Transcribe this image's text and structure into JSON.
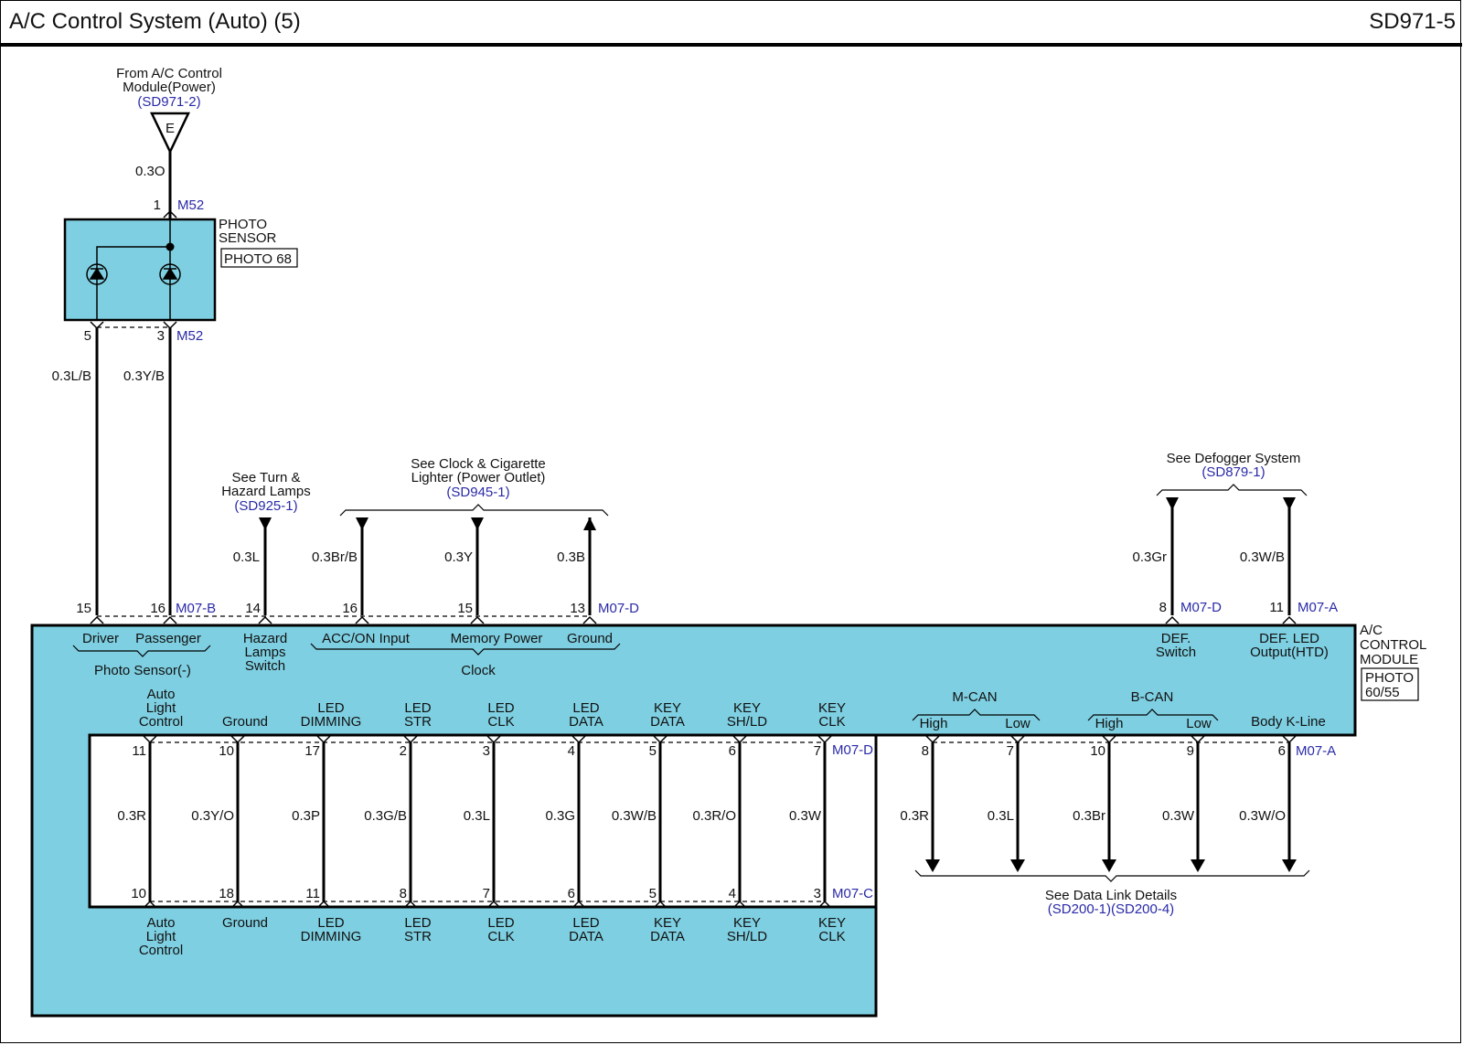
{
  "header": {
    "title": "A/C Control System (Auto) (5)",
    "code": "SD971-5"
  },
  "colors": {
    "module_fill": "#7ecfe1",
    "wire": "#000000",
    "reference": "#2a2aa8"
  },
  "top_source": {
    "lines": [
      "From A/C Control",
      "Module(Power)"
    ],
    "ref": "(SD971-2)",
    "connector_letter": "E",
    "wire": "0.3O"
  },
  "photo_sensor": {
    "name_lines": [
      "PHOTO",
      "SENSOR"
    ],
    "photo_ref": "PHOTO 68",
    "connector": "M52",
    "pin_top": "1",
    "pin_left": "5",
    "pin_right": "3",
    "wire_left": "0.3L/B",
    "wire_right": "0.3Y/B"
  },
  "references": {
    "turn_hazard": {
      "lines": [
        "See Turn &",
        "Hazard Lamps"
      ],
      "ref": "(SD925-1)"
    },
    "clock": {
      "lines": [
        "See Clock & Cigarette",
        "Lighter (Power Outlet)"
      ],
      "ref": "(SD945-1)"
    },
    "defogger": {
      "lines": [
        "See Defogger System"
      ],
      "ref": "(SD879-1)"
    },
    "data_link": {
      "lines": [
        "See Data Link Details"
      ],
      "ref": "(SD200-1)(SD200-4)"
    }
  },
  "top_pins": {
    "m07b": {
      "connector": "M07-B",
      "pins": [
        "15",
        "16"
      ]
    },
    "m07d": {
      "connector": "M07-D",
      "pins": [
        "14",
        "16",
        "15",
        "13"
      ]
    },
    "m07d_def": {
      "connector": "M07-D",
      "pin": "8"
    },
    "m07a_def": {
      "connector": "M07-A",
      "pin": "11"
    },
    "wires": {
      "hazard": "0.3L",
      "acc": "0.3Br/B",
      "memory": "0.3Y",
      "ground": "0.3B",
      "def_switch": "0.3Gr",
      "def_led": "0.3W/B"
    }
  },
  "module": {
    "name_lines": [
      "A/C",
      "CONTROL",
      "MODULE"
    ],
    "photo_lines": [
      "PHOTO",
      "60/55"
    ],
    "labels": {
      "driver": "Driver",
      "passenger": "Passenger",
      "photo_group": "Photo Sensor(-)",
      "hazard": [
        "Hazard",
        "Lamps",
        "Switch"
      ],
      "acc": "ACC/ON Input",
      "memory": "Memory Power",
      "ground": "Ground",
      "clock_group": "Clock",
      "def_switch": [
        "DEF.",
        "Switch"
      ],
      "def_led": [
        "DEF. LED",
        "Output(HTD)"
      ],
      "mcan": "M-CAN",
      "bcan": "B-CAN",
      "high": "High",
      "low": "Low",
      "bodyk": "Body K-Line"
    }
  },
  "middle": {
    "connector_top": "M07-D",
    "connector_bottom": "M07-C",
    "signals": [
      {
        "label": [
          "Auto",
          "Light",
          "Control"
        ],
        "pin_top": "11",
        "wire": "0.3R",
        "pin_bottom": "10"
      },
      {
        "label": [
          "Ground"
        ],
        "pin_top": "10",
        "wire": "0.3Y/O",
        "pin_bottom": "18"
      },
      {
        "label": [
          "LED",
          "DIMMING"
        ],
        "pin_top": "17",
        "wire": "0.3P",
        "pin_bottom": "11"
      },
      {
        "label": [
          "LED",
          "STR"
        ],
        "pin_top": "2",
        "wire": "0.3G/B",
        "pin_bottom": "8"
      },
      {
        "label": [
          "LED",
          "CLK"
        ],
        "pin_top": "3",
        "wire": "0.3L",
        "pin_bottom": "7"
      },
      {
        "label": [
          "LED",
          "DATA"
        ],
        "pin_top": "4",
        "wire": "0.3G",
        "pin_bottom": "6"
      },
      {
        "label": [
          "KEY",
          "DATA"
        ],
        "pin_top": "5",
        "wire": "0.3W/B",
        "pin_bottom": "5"
      },
      {
        "label": [
          "KEY",
          "SH/LD"
        ],
        "pin_top": "6",
        "wire": "0.3R/O",
        "pin_bottom": "4"
      },
      {
        "label": [
          "KEY",
          "CLK"
        ],
        "pin_top": "7",
        "wire": "0.3W",
        "pin_bottom": "3"
      }
    ]
  },
  "can_lines": {
    "connector_d": "M07-D",
    "connector_a": "M07-A",
    "lines": [
      {
        "pin": "8",
        "wire": "0.3R"
      },
      {
        "pin": "7",
        "wire": "0.3L"
      },
      {
        "pin": "10",
        "wire": "0.3Br"
      },
      {
        "pin": "9",
        "wire": "0.3W"
      },
      {
        "pin": "6",
        "wire": "0.3W/O"
      }
    ]
  }
}
